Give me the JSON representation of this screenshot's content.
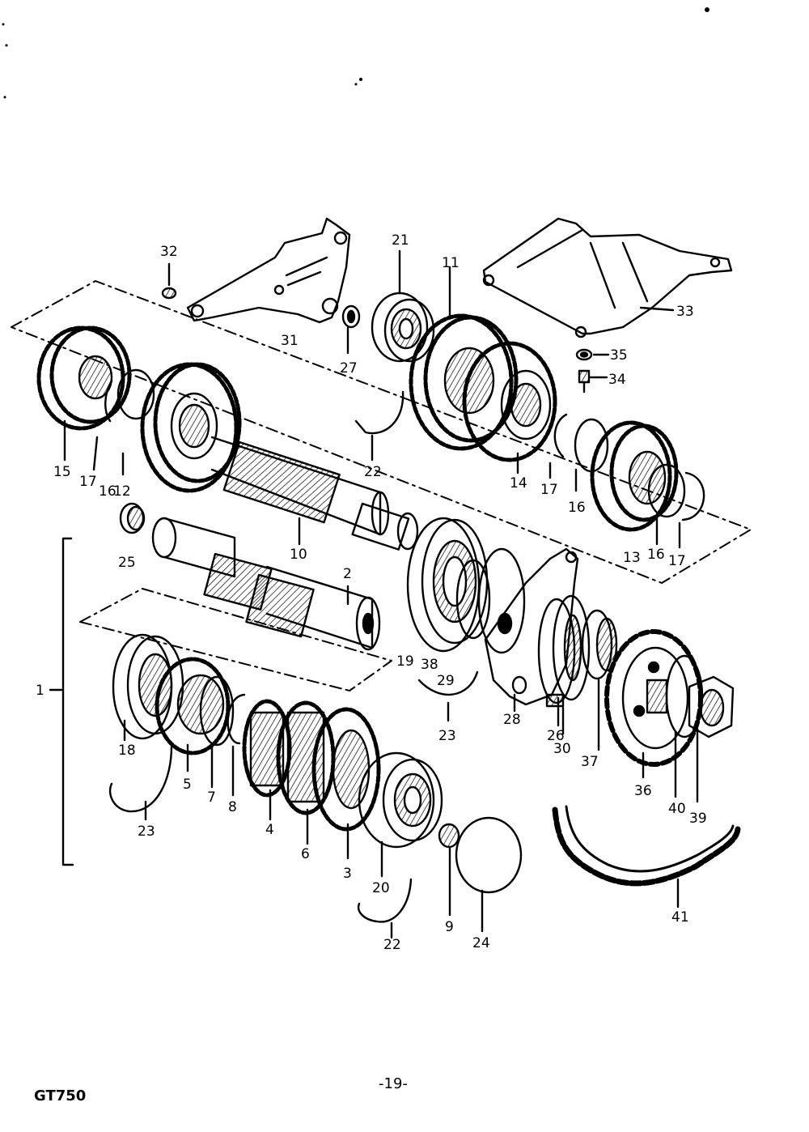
{
  "model_code": "GT750",
  "page_number": "-19-",
  "colors": {
    "ink": "#000000",
    "paper": "#ffffff"
  },
  "parts": {
    "p32": "32",
    "p21": "21",
    "p11": "11",
    "p31": "31",
    "p27": "27",
    "p33": "33",
    "p35": "35",
    "p34": "34",
    "p15": "15",
    "p17a": "17",
    "p16a": "16",
    "p12": "12",
    "p22a": "22",
    "p14": "14",
    "p17b": "17",
    "p16b": "16",
    "p13": "13",
    "p16c": "16",
    "p17c": "17",
    "p10": "10",
    "p25": "25",
    "p2": "2",
    "p1": "1",
    "p19": "19",
    "p38": "38",
    "p29": "29",
    "p23a": "23",
    "p28": "28",
    "p26": "26",
    "p30": "30",
    "p37": "37",
    "p36": "36",
    "p40": "40",
    "p39": "39",
    "p18": "18",
    "p5": "5",
    "p7": "7",
    "p8": "8",
    "p23b": "23",
    "p4": "4",
    "p6": "6",
    "p3": "3",
    "p20": "20",
    "p9": "9",
    "p24": "24",
    "p22b": "22",
    "p41": "41"
  }
}
